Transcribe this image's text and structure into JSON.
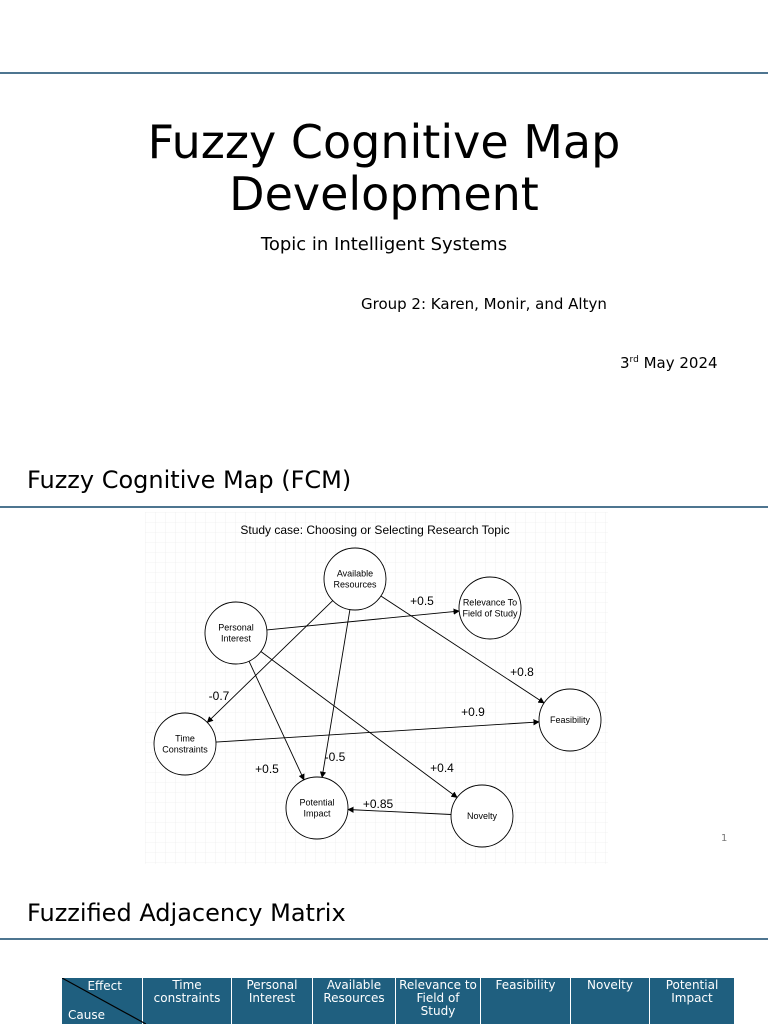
{
  "slide1": {
    "title_line1": "Fuzzy Cognitive Map",
    "title_line2": "Development",
    "subtitle": "Topic in Intelligent Systems",
    "group": "Group 2: Karen, Monir, and Altyn",
    "date_day": "3",
    "date_suffix": "rd",
    "date_rest": " May 2024"
  },
  "slide2": {
    "heading": "Fuzzy Cognitive Map (FCM)",
    "page_number": "1",
    "diagram": {
      "caption": "Study case: Choosing or Selecting Research Topic",
      "nodes": [
        {
          "id": "available_resources",
          "lines": [
            "Available",
            "Resources"
          ]
        },
        {
          "id": "relevance",
          "lines": [
            "Relevance To",
            "Field of Study"
          ]
        },
        {
          "id": "personal_interest",
          "lines": [
            "Personal",
            "Interest"
          ]
        },
        {
          "id": "feasibility",
          "lines": [
            "Feasibility"
          ]
        },
        {
          "id": "time_constraints",
          "lines": [
            "Time",
            "Constraints"
          ]
        },
        {
          "id": "potential_impact",
          "lines": [
            "Potential",
            "Impact"
          ]
        },
        {
          "id": "novelty",
          "lines": [
            "Novelty"
          ]
        }
      ],
      "edges": [
        {
          "from": "personal_interest",
          "to": "relevance",
          "weight": "+0.5"
        },
        {
          "from": "available_resources",
          "to": "feasibility",
          "weight": "+0.8"
        },
        {
          "from": "available_resources",
          "to": "time_constraints",
          "weight": "-0.7"
        },
        {
          "from": "time_constraints",
          "to": "feasibility",
          "weight": "+0.9"
        },
        {
          "from": "available_resources",
          "to": "potential_impact",
          "weight": "-0.5"
        },
        {
          "from": "personal_interest",
          "to": "potential_impact",
          "weight": "+0.5"
        },
        {
          "from": "personal_interest",
          "to": "novelty",
          "weight": "+0.4"
        },
        {
          "from": "novelty",
          "to": "potential_impact",
          "weight": "+0.85"
        }
      ]
    }
  },
  "slide3": {
    "heading": "Fuzzified Adjacency Matrix",
    "matrix": {
      "corner_effect": "Effect",
      "corner_cause": "Cause",
      "columns": [
        "Time constraints",
        "Personal Interest",
        "Available Resources",
        "Relevance to Field of Study",
        "Feasibility",
        "Novelty",
        "Potential Impact"
      ]
    }
  },
  "colors": {
    "rule": "#2f5d7c",
    "matrix_header": "#1f5f7f"
  }
}
